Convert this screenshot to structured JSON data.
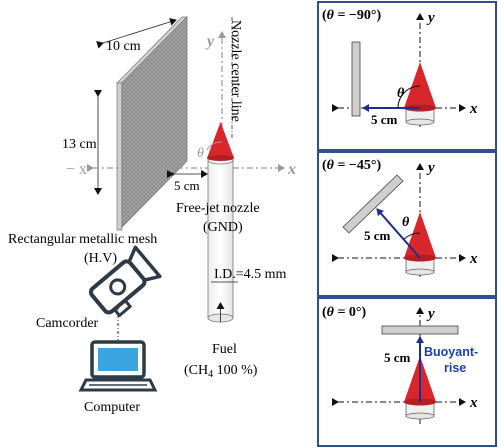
{
  "schematic": {
    "mesh_width": "10 cm",
    "mesh_height": "13 cm",
    "mesh_label": "Rectangular metallic mesh",
    "mesh_label_2": "(H.V)",
    "nozzle_center_line": "Nozzle center line",
    "axis_y": "y",
    "axis_x": "x",
    "theta": "θ",
    "distance": "5 cm",
    "nozzle_label": "Free-jet nozzle",
    "nozzle_label_2": "(GND)",
    "inner_diameter": "I.D.=4.5 mm",
    "fuel_label": "Fuel",
    "fuel_composition_prefix": "(CH",
    "fuel_composition_sub": "4",
    "fuel_composition_suffix": " 100 %)",
    "camcorder_label": "Camcorder",
    "computer_label": "Computer"
  },
  "panels": [
    {
      "title_prefix": "(",
      "title_var": "θ",
      "title_suffix": " = −90°)",
      "distance": "5 cm",
      "theta": "θ",
      "x": "x",
      "y": "y"
    },
    {
      "title_prefix": "(",
      "title_var": "θ",
      "title_suffix": " = −45°)",
      "distance": "5 cm",
      "theta": "θ",
      "x": "x",
      "y": "y"
    },
    {
      "title_prefix": "(",
      "title_var": "θ",
      "title_suffix": " = 0°)",
      "distance": "5 cm",
      "buoyant_line1": "Buoyant-",
      "buoyant_line2": "rise",
      "x": "x",
      "y": "y"
    }
  ],
  "colors": {
    "panel_border": "#2f4f8f",
    "flame": "#d9262b",
    "arrow_blue": "#1d2f8f",
    "buoyant_text": "#1f3fa8",
    "icon_dark": "#2e3a45",
    "screen_blue": "#3aa5e0",
    "axis_gray": "#9a9a9a"
  }
}
